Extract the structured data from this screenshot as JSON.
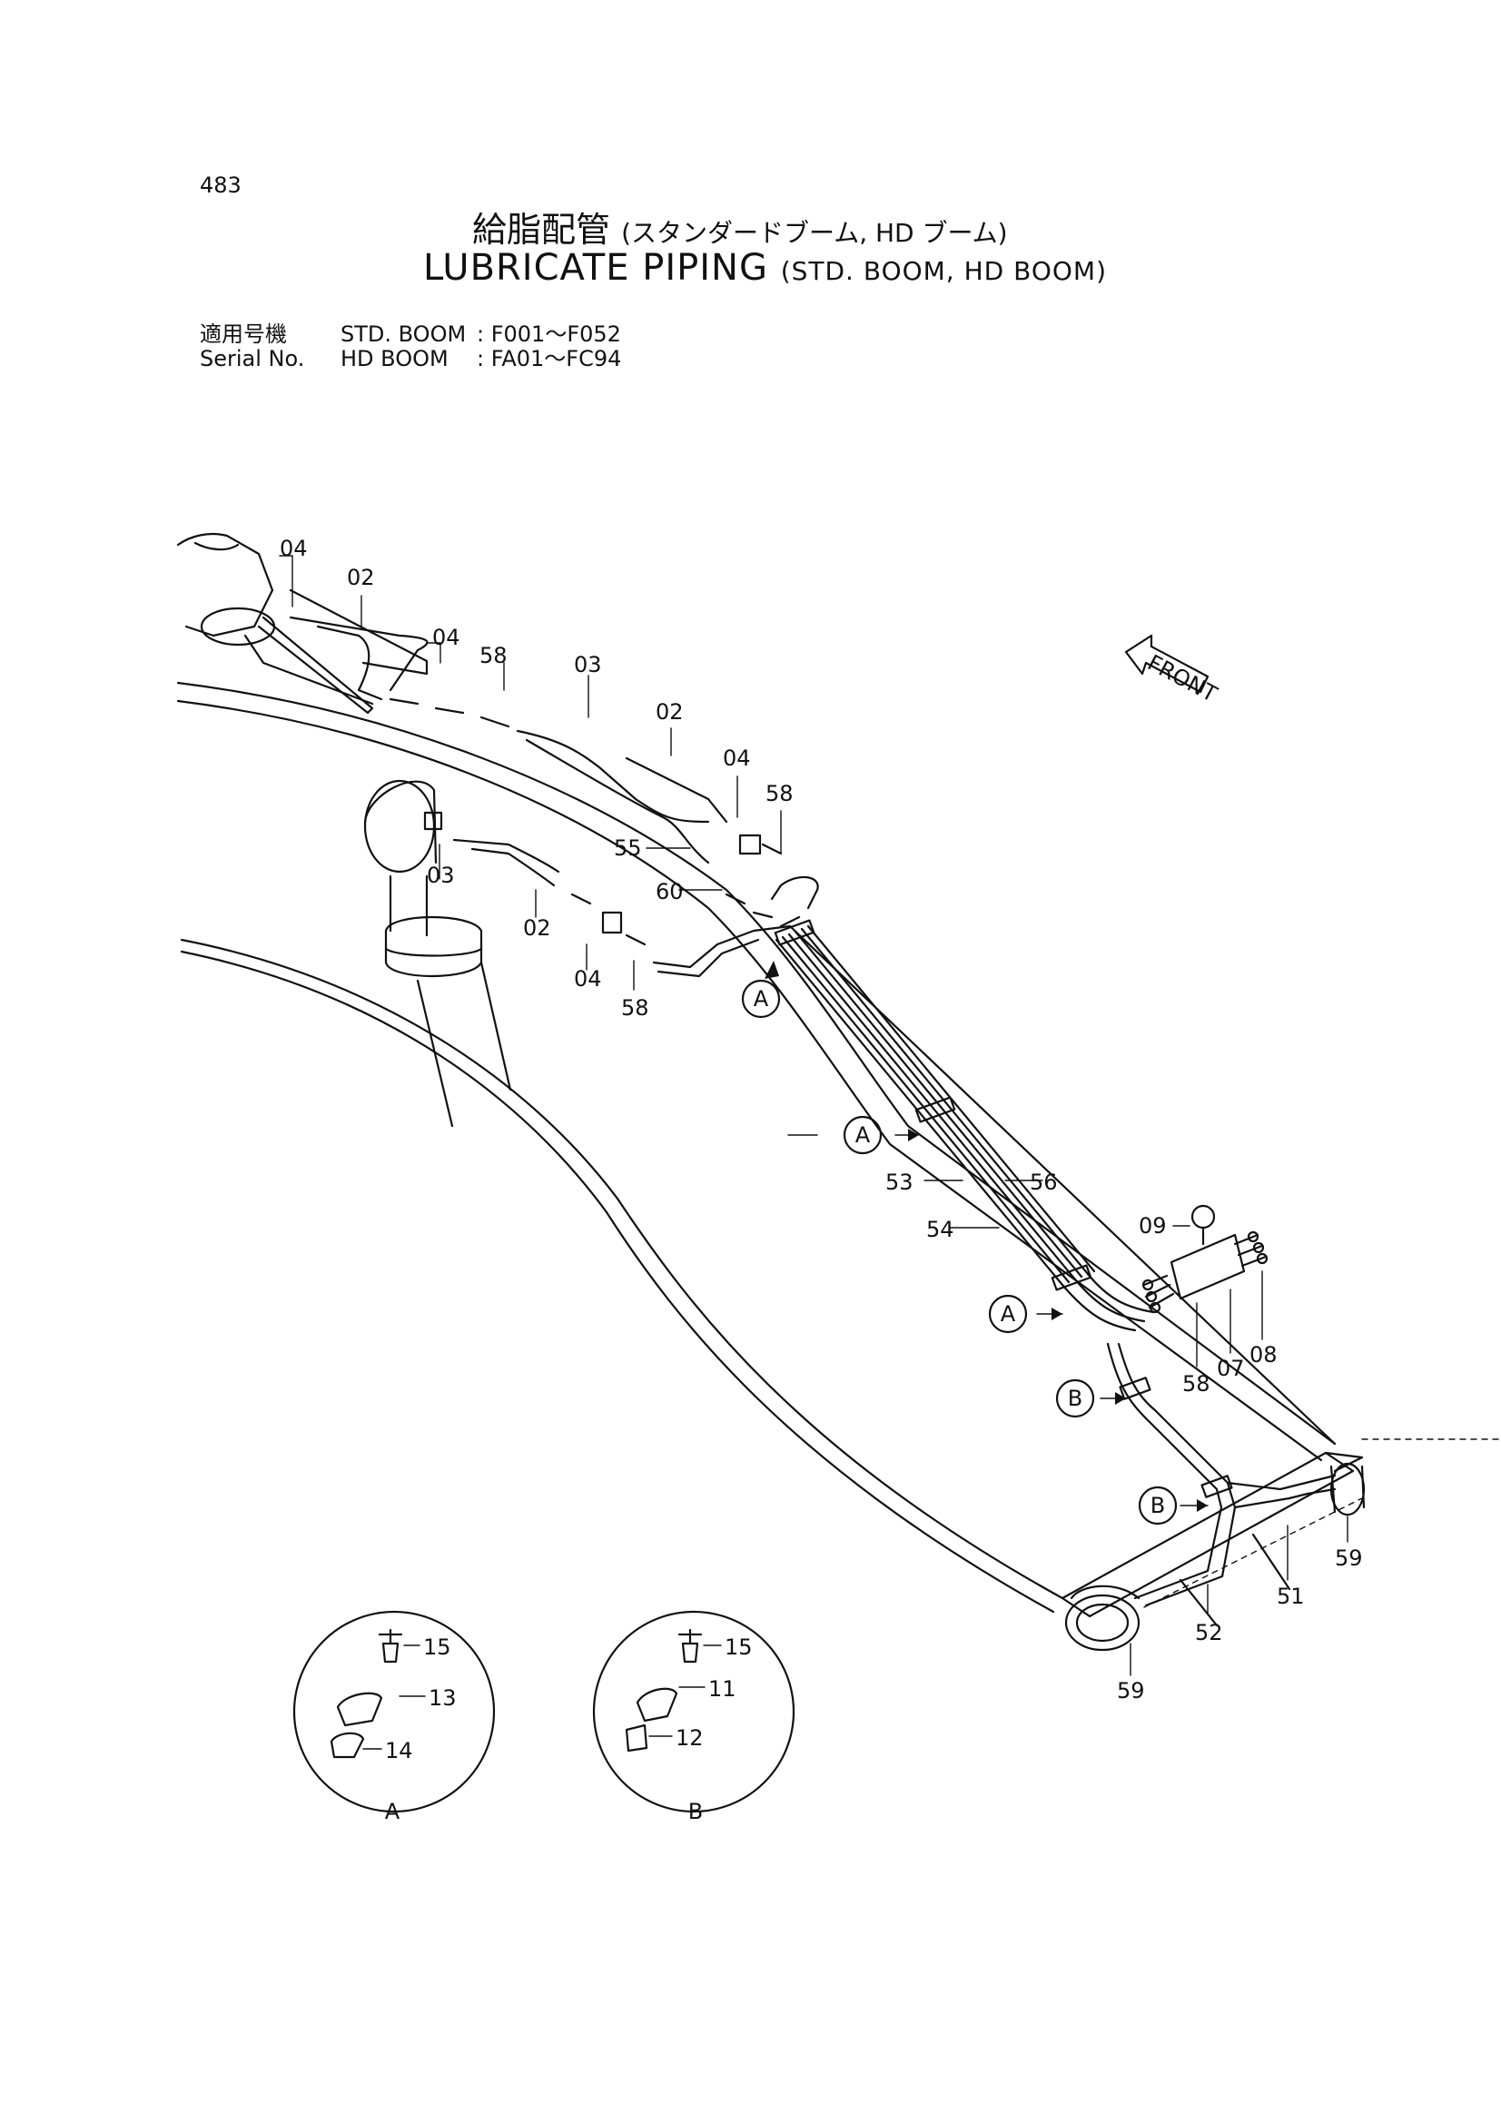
{
  "page_number": "483",
  "title": {
    "japanese": "給脂配管",
    "japanese_sub": "(スタンダードブーム, HD ブーム)",
    "english": "LUBRICATE PIPING",
    "english_sub": "(STD. BOOM, HD BOOM)"
  },
  "serial": {
    "label_jp": "適用号機",
    "label_en": "Serial No.",
    "std_label": "STD. BOOM",
    "std_range": ": F001～F052",
    "hd_label": "HD BOOM",
    "hd_range": ": FA01～FC94"
  },
  "front_label": "FRONT",
  "callouts": {
    "c04a": "04",
    "c02a": "02",
    "c04b": "04",
    "c58a": "58",
    "c03a": "03",
    "c02b": "02",
    "c04c": "04",
    "c58b": "58",
    "c55": "55",
    "c60": "60",
    "c03b": "03",
    "c02c": "02",
    "c04d": "04",
    "c58c": "58",
    "c53": "53",
    "c56": "56",
    "c54": "54",
    "c09": "09",
    "c58d": "58",
    "c07": "07",
    "c08": "08",
    "c59a": "59",
    "c51": "51",
    "c52": "52",
    "c59b": "59"
  },
  "detail_markers": {
    "a1": "A",
    "a2": "A",
    "a3": "A",
    "b1": "B",
    "b2": "B"
  },
  "detail_a": {
    "label": "A",
    "c15": "15",
    "c13": "13",
    "c14": "14"
  },
  "detail_b": {
    "label": "B",
    "c15": "15",
    "c11": "11",
    "c12": "12"
  }
}
